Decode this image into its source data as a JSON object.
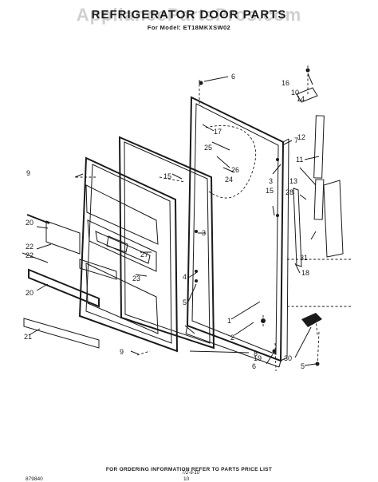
{
  "header": {
    "title": "REFRIGERATOR DOOR PARTS",
    "watermark": "AppliancePartsPros.com",
    "model_line": "For Model: ET18MKXSW02"
  },
  "callouts": [
    "1",
    "2",
    "3",
    "3",
    "4",
    "5",
    "5",
    "6",
    "6",
    "7",
    "8",
    "9",
    "9",
    "10",
    "11",
    "12",
    "13",
    "14",
    "15",
    "15",
    "16",
    "17",
    "18",
    "19",
    "20",
    "20",
    "21",
    "22",
    "22",
    "23",
    "24",
    "25",
    "26",
    "27",
    "28",
    "30",
    "31"
  ],
  "footer": {
    "ordering_note": "FOR ORDERING INFORMATION REFER TO PARTS PRICE LIST",
    "code": "879840",
    "page": "10",
    "date": "7/2-6-10"
  }
}
